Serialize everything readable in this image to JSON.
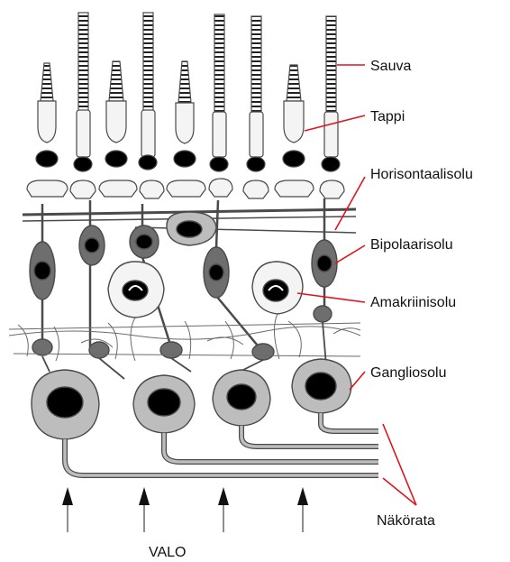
{
  "labels": {
    "sauva": "Sauva",
    "tappi": "Tappi",
    "horisontaalisolu": "Horisontaalisolu",
    "bipolaarisolu": "Bipolaarisolu",
    "amakriinisolu": "Amakriinisolu",
    "gangliosolu": "Gangliosolu",
    "nakorata": "Näkörata",
    "valo": "VALO"
  },
  "colors": {
    "pointer_lines": "#e0141e",
    "cell_fill": "#bdbdbd",
    "dark_fill": "#6e6e6e",
    "nucleus": "#000000",
    "outline": "#4a4a4a"
  }
}
